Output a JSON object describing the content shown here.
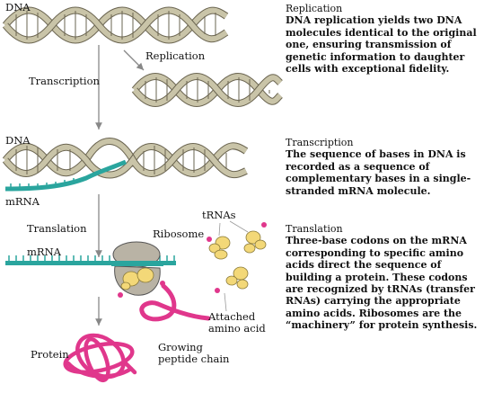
{
  "diagram": {
    "labels": {
      "dna_top": "DNA",
      "replication": "Replication",
      "transcription": "Transcription",
      "dna_mid": "DNA",
      "mrna_mid": "mRNA",
      "translation": "Translation",
      "mrna_low": "mRNA",
      "ribosome": "Ribosome",
      "trnas": "tRNAs",
      "attached_1": "Attached",
      "attached_2": "amino acid",
      "protein": "Protein",
      "growing_1": "Growing",
      "growing_2": "peptide chain"
    }
  },
  "sidebar": {
    "replication": {
      "title": "Replication",
      "body": "DNA replication yields two DNA molecules identical to the original one, ensuring transmission of genetic information to daughter cells with exceptional fidelity."
    },
    "transcription": {
      "title": "Transcription",
      "body": "The sequence of bases in DNA is recorded as a sequence of complementary bases in a single-stranded mRNA molecule."
    },
    "translation": {
      "title": "Translation",
      "body": "Three-base codons on the mRNA corresponding to specific amino acids direct the sequence of building a protein.  These codons are recognized by tRNAs (transfer RNAs) carrying the appropriate amino acids.  Ribosomes are the “machinery” for protein synthesis."
    }
  },
  "colors": {
    "dna_strand": "#c9c4a8",
    "dna_outline": "#6a6450",
    "mrna": "#2aa59e",
    "amino_acid": "#e0378c",
    "peptide": "#e0378c",
    "ribosome": "#b9b3a5",
    "trna": "#f3d878",
    "arrow": "#888888"
  }
}
